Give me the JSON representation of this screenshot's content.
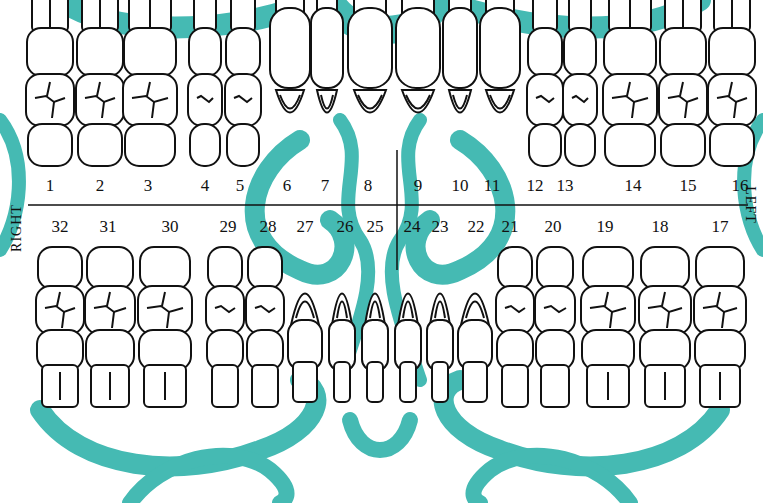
{
  "diagram": {
    "labels": [
      "1",
      "2",
      "3",
      "4",
      "5",
      "6",
      "7",
      "8",
      "9",
      "10",
      "11",
      "12",
      "13",
      "14",
      "15",
      "16",
      "RIGHT",
      "LEFT",
      "32",
      "31",
      "30",
      "29",
      "28",
      "27",
      "26",
      "25",
      "24",
      "23",
      "22",
      "21",
      "20",
      "19",
      "18",
      "17"
    ]
  }
}
